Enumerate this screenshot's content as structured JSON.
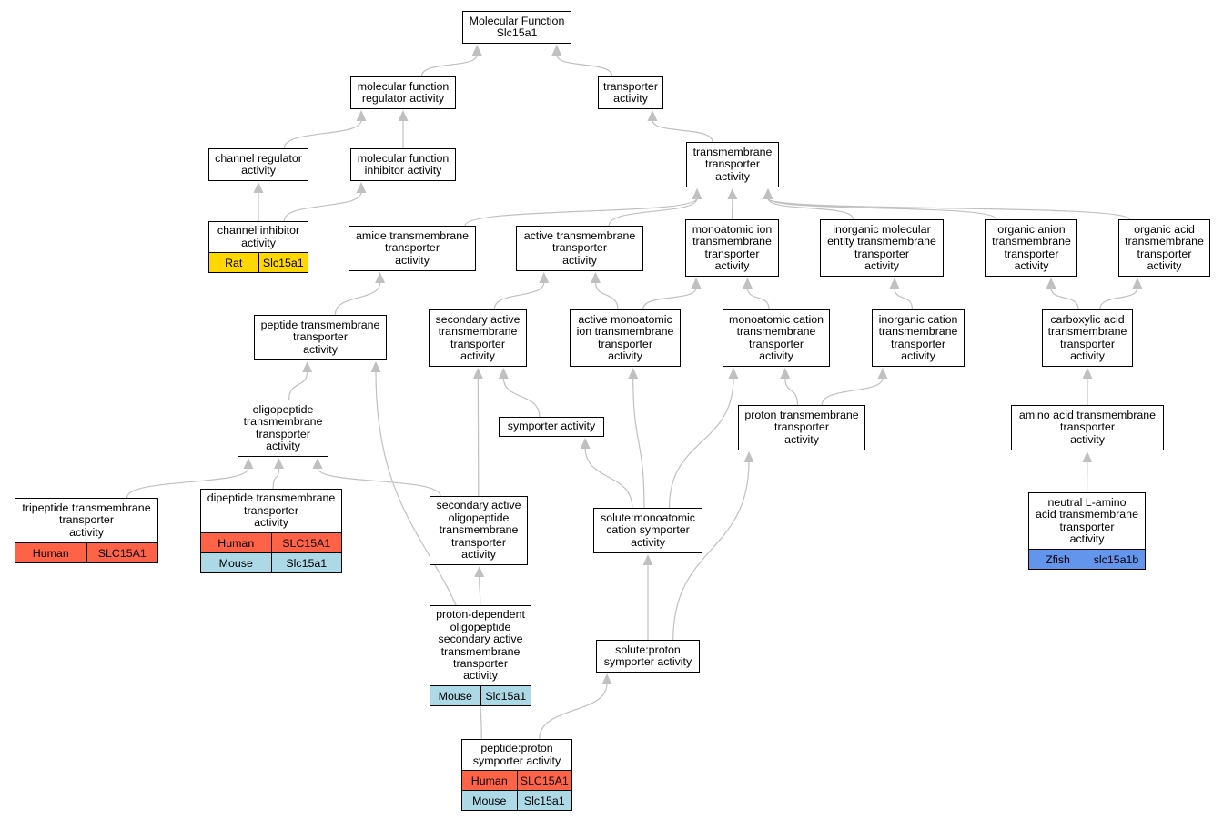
{
  "colors": {
    "edge": "#c0c0c0",
    "Human": "#ff6347",
    "Mouse": "#add8e6",
    "Rat": "#ffd700",
    "Zfish": "#6495ed"
  },
  "nodes": [
    {
      "id": "mf",
      "lines": [
        "Molecular Function",
        "Slc15a1"
      ],
      "orthologs": []
    },
    {
      "id": "mfra",
      "lines": [
        "molecular function",
        "regulator activity"
      ],
      "orthologs": []
    },
    {
      "id": "ta",
      "lines": [
        "transporter",
        "activity"
      ],
      "orthologs": []
    },
    {
      "id": "cra",
      "lines": [
        "channel regulator",
        "activity"
      ],
      "orthologs": []
    },
    {
      "id": "mfia",
      "lines": [
        "molecular function",
        "inhibitor activity"
      ],
      "orthologs": []
    },
    {
      "id": "tmta",
      "lines": [
        "transmembrane",
        "transporter",
        "activity"
      ],
      "orthologs": []
    },
    {
      "id": "cia",
      "lines": [
        "channel inhibitor",
        "activity"
      ],
      "orthologs": [
        {
          "species": "Rat",
          "gene": "Slc15a1"
        }
      ]
    },
    {
      "id": "amide",
      "lines": [
        "amide transmembrane",
        "transporter",
        "activity"
      ],
      "orthologs": []
    },
    {
      "id": "active",
      "lines": [
        "active transmembrane",
        "transporter",
        "activity"
      ],
      "orthologs": []
    },
    {
      "id": "monoion",
      "lines": [
        "monoatomic ion",
        "transmembrane",
        "transporter",
        "activity"
      ],
      "orthologs": []
    },
    {
      "id": "inorgmol",
      "lines": [
        "inorganic molecular",
        "entity transmembrane",
        "transporter",
        "activity"
      ],
      "orthologs": []
    },
    {
      "id": "organion",
      "lines": [
        "organic anion",
        "transmembrane",
        "transporter",
        "activity"
      ],
      "orthologs": []
    },
    {
      "id": "organacid",
      "lines": [
        "organic acid",
        "transmembrane",
        "transporter",
        "activity"
      ],
      "orthologs": []
    },
    {
      "id": "peptide",
      "lines": [
        "peptide transmembrane",
        "transporter",
        "activity"
      ],
      "orthologs": []
    },
    {
      "id": "secactive",
      "lines": [
        "secondary active",
        "transmembrane",
        "transporter",
        "activity"
      ],
      "orthologs": []
    },
    {
      "id": "actmono",
      "lines": [
        "active monoatomic",
        "ion transmembrane",
        "transporter",
        "activity"
      ],
      "orthologs": []
    },
    {
      "id": "monocat",
      "lines": [
        "monoatomic cation",
        "transmembrane",
        "transporter",
        "activity"
      ],
      "orthologs": []
    },
    {
      "id": "inorgcat",
      "lines": [
        "inorganic cation",
        "transmembrane",
        "transporter",
        "activity"
      ],
      "orthologs": []
    },
    {
      "id": "carbox",
      "lines": [
        "carboxylic acid",
        "transmembrane",
        "transporter",
        "activity"
      ],
      "orthologs": []
    },
    {
      "id": "oligo",
      "lines": [
        "oligopeptide",
        "transmembrane",
        "transporter",
        "activity"
      ],
      "orthologs": []
    },
    {
      "id": "symport",
      "lines": [
        "symporter activity"
      ],
      "orthologs": []
    },
    {
      "id": "proton",
      "lines": [
        "proton transmembrane",
        "transporter",
        "activity"
      ],
      "orthologs": []
    },
    {
      "id": "amino",
      "lines": [
        "amino acid transmembrane",
        "transporter",
        "activity"
      ],
      "orthologs": []
    },
    {
      "id": "tripep",
      "lines": [
        "tripeptide transmembrane",
        "transporter",
        "activity"
      ],
      "orthologs": [
        {
          "species": "Human",
          "gene": "SLC15A1"
        }
      ]
    },
    {
      "id": "dipep",
      "lines": [
        "dipeptide transmembrane",
        "transporter",
        "activity"
      ],
      "orthologs": [
        {
          "species": "Human",
          "gene": "SLC15A1"
        },
        {
          "species": "Mouse",
          "gene": "Slc15a1"
        }
      ]
    },
    {
      "id": "secoligo",
      "lines": [
        "secondary active",
        "oligopeptide",
        "transmembrane",
        "transporter",
        "activity"
      ],
      "orthologs": []
    },
    {
      "id": "solmono",
      "lines": [
        "solute:monoatomic",
        "cation symporter",
        "activity"
      ],
      "orthologs": []
    },
    {
      "id": "neutral",
      "lines": [
        "neutral L-amino",
        "acid transmembrane",
        "transporter",
        "activity"
      ],
      "orthologs": [
        {
          "species": "Zfish",
          "gene": "slc15a1b"
        }
      ]
    },
    {
      "id": "protdep",
      "lines": [
        "proton-dependent",
        "oligopeptide",
        "secondary active",
        "transmembrane",
        "transporter",
        "activity"
      ],
      "orthologs": [
        {
          "species": "Mouse",
          "gene": "Slc15a1"
        }
      ]
    },
    {
      "id": "solprot",
      "lines": [
        "solute:proton",
        "symporter activity"
      ],
      "orthologs": []
    },
    {
      "id": "pepprot",
      "lines": [
        "peptide:proton",
        "symporter activity"
      ],
      "orthologs": [
        {
          "species": "Human",
          "gene": "SLC15A1"
        },
        {
          "species": "Mouse",
          "gene": "Slc15a1"
        }
      ]
    }
  ],
  "edges": [
    [
      "mfra",
      "mf"
    ],
    [
      "ta",
      "mf"
    ],
    [
      "cra",
      "mfra"
    ],
    [
      "mfia",
      "mfra"
    ],
    [
      "tmta",
      "ta"
    ],
    [
      "cia",
      "cra"
    ],
    [
      "cia",
      "mfia"
    ],
    [
      "amide",
      "tmta"
    ],
    [
      "active",
      "tmta"
    ],
    [
      "monoion",
      "tmta"
    ],
    [
      "inorgmol",
      "tmta"
    ],
    [
      "organion",
      "tmta"
    ],
    [
      "organacid",
      "tmta"
    ],
    [
      "peptide",
      "amide"
    ],
    [
      "secactive",
      "active"
    ],
    [
      "actmono",
      "active"
    ],
    [
      "actmono",
      "monoion"
    ],
    [
      "monocat",
      "monoion"
    ],
    [
      "inorgcat",
      "inorgmol"
    ],
    [
      "carbox",
      "organion"
    ],
    [
      "carbox",
      "organacid"
    ],
    [
      "oligo",
      "peptide"
    ],
    [
      "symport",
      "secactive"
    ],
    [
      "proton",
      "monocat"
    ],
    [
      "proton",
      "inorgcat"
    ],
    [
      "amino",
      "carbox"
    ],
    [
      "tripep",
      "oligo"
    ],
    [
      "dipep",
      "oligo"
    ],
    [
      "secoligo",
      "oligo"
    ],
    [
      "secoligo",
      "secactive"
    ],
    [
      "solmono",
      "symport"
    ],
    [
      "solmono",
      "actmono"
    ],
    [
      "solmono",
      "monocat"
    ],
    [
      "neutral",
      "amino"
    ],
    [
      "protdep",
      "secoligo"
    ],
    [
      "solprot",
      "solmono"
    ],
    [
      "solprot",
      "proton"
    ],
    [
      "pepprot",
      "peptide"
    ],
    [
      "pepprot",
      "solprot"
    ]
  ]
}
